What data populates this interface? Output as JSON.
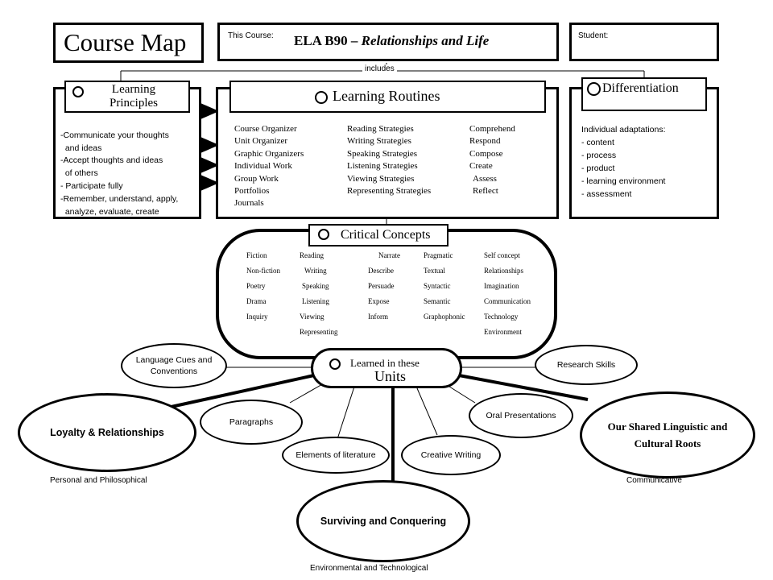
{
  "header": {
    "title": "Course Map",
    "course_label": "This Course:",
    "course_name_prefix": "ELA B90 – ",
    "course_name_italic": "Relationships and Life",
    "student_label": "Student:"
  },
  "includes_label": "includes",
  "learning_principles": {
    "title_line1": "Learning",
    "title_line2": "Principles",
    "items": [
      "-Communicate your thoughts",
      "  and ideas",
      "-Accept thoughts and ideas",
      "  of others",
      "- Participate fully",
      "-Remember, understand, apply,",
      "  analyze, evaluate, create"
    ]
  },
  "learning_routines": {
    "title": "Learning Routines",
    "col1": [
      "Course Organizer",
      "Unit Organizer",
      "Graphic Organizers",
      "Individual Work",
      "Group Work",
      "Portfolios",
      "Journals"
    ],
    "col2": [
      "Reading Strategies",
      "Writing Strategies",
      "Speaking Strategies",
      "Listening Strategies",
      "Viewing Strategies",
      "Representing Strategies"
    ],
    "col3": [
      "Comprehend",
      "Respond",
      "Compose",
      "Create",
      "Assess",
      "Reflect"
    ]
  },
  "differentiation": {
    "title": "Differentiation",
    "items": [
      "Individual adaptations:",
      "- content",
      "- process",
      "- product",
      "- learning environment",
      "- assessment"
    ]
  },
  "critical_concepts": {
    "title": "Critical Concepts",
    "col1": [
      "Fiction",
      "Non-fiction",
      "Poetry",
      "Drama",
      "Inquiry"
    ],
    "col2": [
      "Reading",
      "Writing",
      "Speaking",
      "Listening",
      "Viewing",
      "Representing"
    ],
    "col3": [
      "Narrate",
      "Describe",
      "Persuade",
      "Expose",
      "Inform"
    ],
    "col4": [
      "Pragmatic",
      "Textual",
      "Syntactic",
      "Semantic",
      "Graphophonic"
    ],
    "col5": [
      "Self concept",
      "Relationships",
      "Imagination",
      "Communication",
      "Technology",
      "Environment"
    ]
  },
  "units": {
    "title_line1": "Learned in these",
    "title_line2": "Units"
  },
  "nodes": {
    "language_cues": "Language Cues and Conventions",
    "research_skills": "Research Skills",
    "paragraphs": "Paragraphs",
    "oral_presentations": "Oral Presentations",
    "elements_literature": "Elements of literature",
    "creative_writing": "Creative Writing",
    "loyalty": "Loyalty & Relationships",
    "shared_roots": "Our Shared Linguistic and Cultural Roots",
    "surviving": "Surviving and Conquering"
  },
  "captions": {
    "personal": "Personal and Philosophical",
    "communicative": "Communicative",
    "environmental": "Environmental and Technological"
  }
}
